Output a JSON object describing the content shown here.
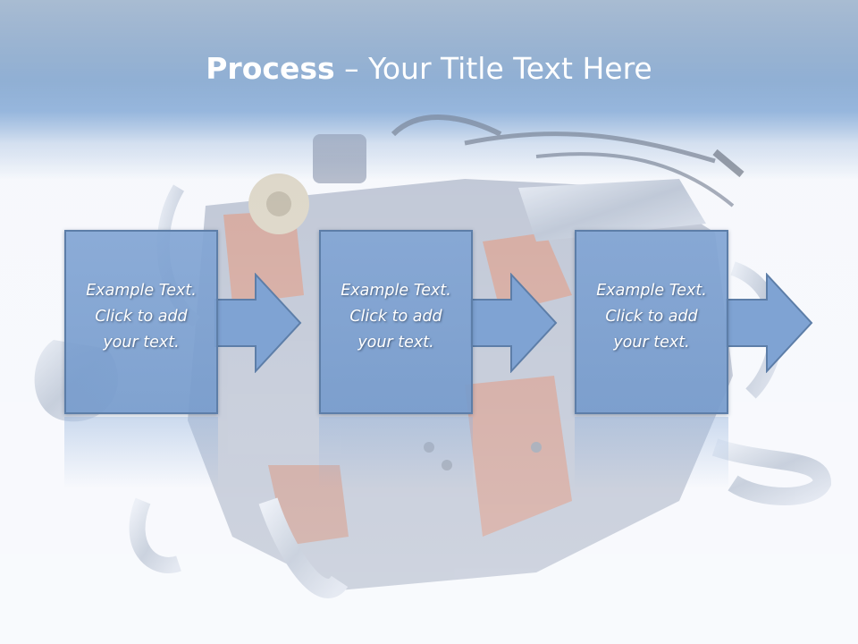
{
  "slide": {
    "title_bold": "Process",
    "title_rest": " – Your Title Text Here",
    "steps": [
      {
        "text": "Example Text.\nClick  to add\nyour text."
      },
      {
        "text": "Example Text.\nClick  to add\nyour text."
      },
      {
        "text": "Example Text.\nClick  to add\nyour text."
      }
    ]
  },
  "colors": {
    "header": "#4f7fb8",
    "box_fill": "#7fa3d3",
    "box_border": "#5d7ea8",
    "engine_red": "#a8533e",
    "engine_metal": "#8a9bb5"
  }
}
